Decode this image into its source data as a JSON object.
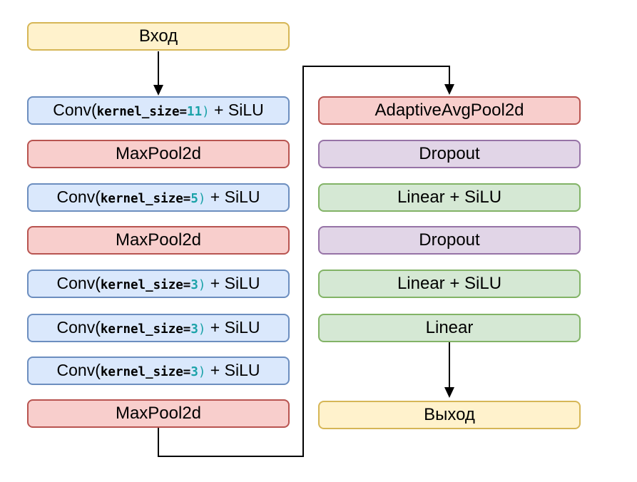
{
  "left_column": [
    {
      "kind": "io",
      "label": "Вход"
    },
    {
      "kind": "conv",
      "pre": "Conv(",
      "code": "kernel_size=",
      "num": "11",
      "close": ")",
      "post": " + SiLU"
    },
    {
      "kind": "pool",
      "label": "MaxPool2d"
    },
    {
      "kind": "conv",
      "pre": "Conv(",
      "code": "kernel_size=",
      "num": "5",
      "close": ")",
      "post": " + SiLU"
    },
    {
      "kind": "pool",
      "label": "MaxPool2d"
    },
    {
      "kind": "conv",
      "pre": "Conv(",
      "code": "kernel_size=",
      "num": "3",
      "close": ")",
      "post": " + SiLU"
    },
    {
      "kind": "conv",
      "pre": "Conv(",
      "code": "kernel_size=",
      "num": "3",
      "close": ")",
      "post": " + SiLU"
    },
    {
      "kind": "conv",
      "pre": "Conv(",
      "code": "kernel_size=",
      "num": "3",
      "close": ")",
      "post": " + SiLU"
    },
    {
      "kind": "pool",
      "label": "MaxPool2d"
    }
  ],
  "right_column": [
    {
      "kind": "pool",
      "label": "AdaptiveAvgPool2d"
    },
    {
      "kind": "dropout",
      "label": "Dropout"
    },
    {
      "kind": "linear",
      "label": "Linear + SiLU"
    },
    {
      "kind": "dropout",
      "label": "Dropout"
    },
    {
      "kind": "linear",
      "label": "Linear + SiLU"
    },
    {
      "kind": "linear",
      "label": "Linear"
    },
    {
      "kind": "io",
      "label": "Выход"
    }
  ],
  "edges": [
    {
      "from": "input",
      "to": "conv-k11"
    },
    {
      "from": "maxpool-3",
      "to": "adaptive-avg-pool"
    },
    {
      "from": "linear-out",
      "to": "output"
    }
  ],
  "colors": {
    "io_fill": "#FFF2CC",
    "io_stroke": "#D6B656",
    "conv_fill": "#DAE8FC",
    "conv_stroke": "#6C8EBF",
    "pool_fill": "#F8CECC",
    "pool_stroke": "#B85450",
    "dropout_fill": "#E1D5E7",
    "dropout_stroke": "#9673A6",
    "linear_fill": "#D5E8D4",
    "linear_stroke": "#82B366",
    "code_number": "#1AA2A8",
    "text": "#000000",
    "connector": "#000000"
  }
}
